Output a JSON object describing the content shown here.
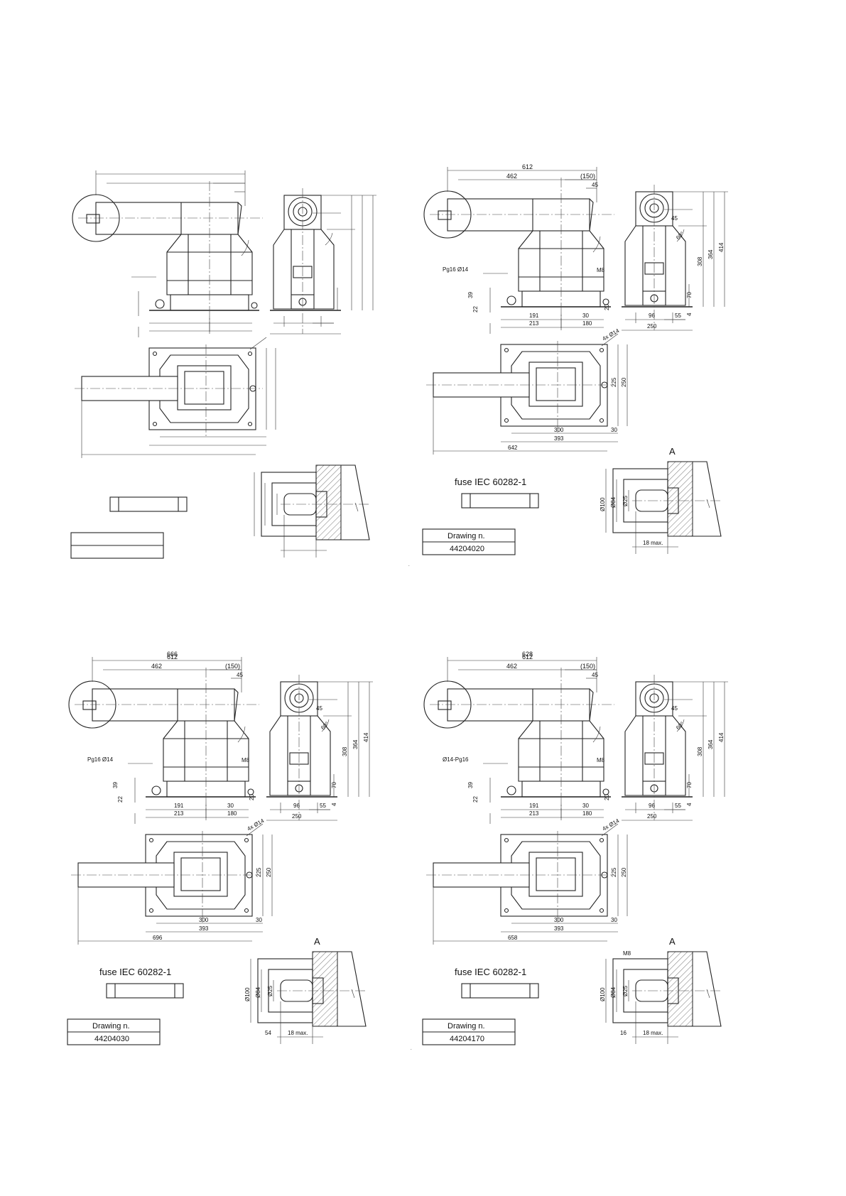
{
  "drawings": [
    {
      "id": "q1",
      "labels": {
        "top_1": "",
        "top_2": "",
        "top_3": "",
        "top_4": "",
        "top_5": "",
        "cable_gland": "",
        "earth": "",
        "left_1": "",
        "left_2": "",
        "bot_1": "",
        "bot_2": "",
        "bot_3": "",
        "bot_4": "",
        "bot_5": "",
        "side_1": "",
        "side_2": "",
        "side_3": "",
        "side_4": "",
        "side_5": "",
        "side_6": "",
        "side_7": "",
        "plan_hole": "",
        "plan_1": "",
        "plan_2": "",
        "plan_3": "",
        "plan_4": "",
        "plan_total": "",
        "detail_title": "",
        "detail_1": "",
        "detail_2": "",
        "detail_3": "",
        "detail_4": "",
        "detail_5": "",
        "fuse": "",
        "drawing_label": "",
        "drawing_number": ""
      }
    },
    {
      "id": "q2",
      "labels": {
        "top_1": "612",
        "top_2": "462",
        "top_3": "(150)",
        "top_4": "45",
        "top_5": "",
        "cable_gland": "Pg16 Ø14",
        "earth": "M8",
        "left_1": "39",
        "left_2": "22",
        "bot_1": "191",
        "bot_2": "30",
        "bot_3": "20",
        "bot_4": "213",
        "bot_5": "180",
        "side_1": "45",
        "side_2": "308",
        "side_3": "364",
        "side_4": "414",
        "side_5": "70",
        "side_6": "96",
        "side_7": "55",
        "side_8": "4",
        "side_9": "250",
        "angle": "60°",
        "plan_hole": "4x Ø14",
        "plan_1": "225",
        "plan_2": "250",
        "plan_3": "300",
        "plan_4": "30",
        "plan_5": "393",
        "plan_total": "642",
        "detail_title": "A",
        "detail_1": "Ø100",
        "detail_2": "Ø84",
        "detail_3": "Ø25",
        "detail_4": "18 max.",
        "detail_5": "",
        "fuse": "fuse IEC 60282-1",
        "drawing_label": "Drawing n.",
        "drawing_number": "44204020"
      }
    },
    {
      "id": "q3",
      "labels": {
        "top_1": "612",
        "top_2": "462",
        "top_3": "(150)",
        "top_4": "45",
        "top_5": "666",
        "cable_gland": "Pg16 Ø14",
        "earth": "M8",
        "left_1": "39",
        "left_2": "22",
        "bot_1": "191",
        "bot_2": "30",
        "bot_3": "20",
        "bot_4": "213",
        "bot_5": "180",
        "side_1": "45",
        "side_2": "308",
        "side_3": "364",
        "side_4": "414",
        "side_5": "70",
        "side_6": "96",
        "side_7": "55",
        "side_8": "4",
        "side_9": "250",
        "angle": "60°",
        "plan_hole": "4x Ø14",
        "plan_1": "225",
        "plan_2": "250",
        "plan_3": "300",
        "plan_4": "30",
        "plan_5": "393",
        "plan_total": "696",
        "detail_title": "A",
        "detail_1": "Ø100",
        "detail_2": "Ø84",
        "detail_3": "Ø25",
        "detail_4": "18 max.",
        "detail_5": "54",
        "fuse": "fuse IEC 60282-1",
        "drawing_label": "Drawing n.",
        "drawing_number": "44204030"
      }
    },
    {
      "id": "q4",
      "labels": {
        "top_1": "612",
        "top_2": "462",
        "top_3": "(150)",
        "top_4": "45",
        "top_5": "628",
        "cable_gland": "Ø14-Pg16",
        "earth": "M8",
        "left_1": "39",
        "left_2": "22",
        "bot_1": "191",
        "bot_2": "30",
        "bot_3": "20",
        "bot_4": "213",
        "bot_5": "180",
        "side_1": "45",
        "side_2": "308",
        "side_3": "364",
        "side_4": "414",
        "side_5": "70",
        "side_6": "96",
        "side_7": "55",
        "side_8": "4",
        "side_9": "250",
        "angle": "60°",
        "plan_hole": "4x Ø14",
        "plan_1": "225",
        "plan_2": "250",
        "plan_3": "300",
        "plan_4": "30",
        "plan_5": "393",
        "plan_total": "658",
        "detail_title": "A",
        "detail_1": "Ø100",
        "detail_2": "Ø84",
        "detail_3": "Ø25",
        "detail_4": "18 max.",
        "detail_5": "16",
        "detail_6": "M8",
        "fuse": "fuse IEC 60282-1",
        "drawing_label": "Drawing n.",
        "drawing_number": "44204170"
      }
    }
  ]
}
